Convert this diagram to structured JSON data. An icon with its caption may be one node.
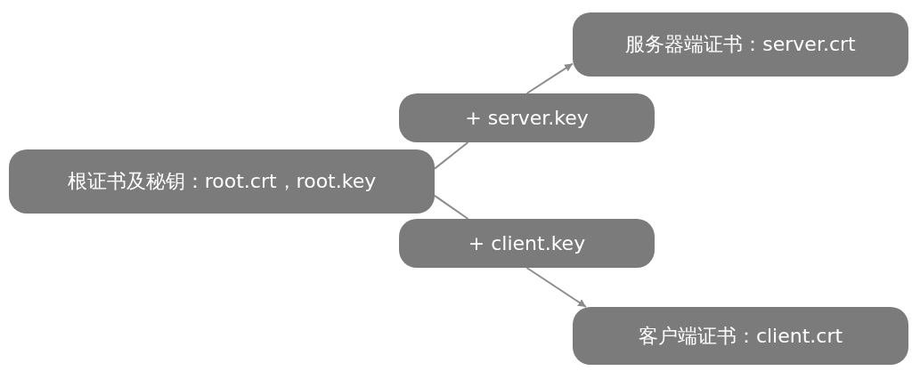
{
  "diagram": {
    "nodes": [
      {
        "text": [
          "根证书及秘钥：root.crt，root.key"
        ]
      },
      {
        "text": [
          "+ server.key"
        ]
      },
      {
        "text": [
          "服务器端证书：server.crt"
        ]
      },
      {
        "text": [
          "+ client.key"
        ]
      },
      {
        "text": [
          "客户端证书：client.crt"
        ]
      }
    ],
    "edges": [
      {
        "from": 0,
        "to": 1,
        "arrow": "none"
      },
      {
        "from": 1,
        "to": 2,
        "arrow": "to"
      },
      {
        "from": 0,
        "to": 3,
        "arrow": "none"
      },
      {
        "from": 3,
        "to": 4,
        "arrow": "to"
      }
    ]
  }
}
